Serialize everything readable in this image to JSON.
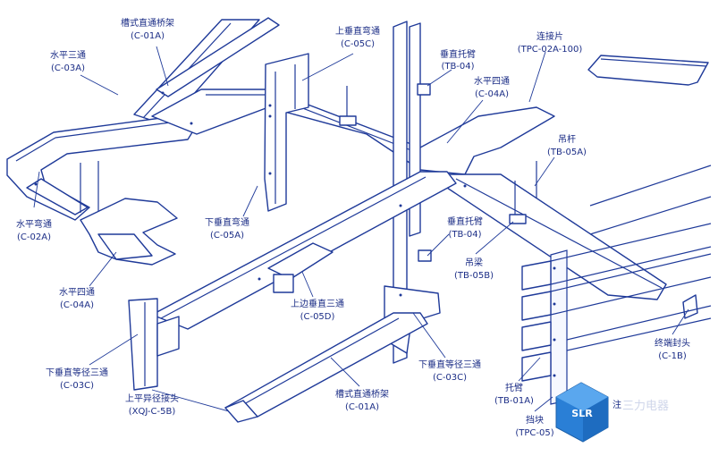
{
  "labels": {
    "straight_top": [
      "槽式直通桥架",
      "(C-01A)"
    ],
    "horiz_tee": [
      "水平三通",
      "(C-03A)"
    ],
    "up_vert_elbow": [
      "上垂直弯通",
      "(C-05C)"
    ],
    "vert_bracket_top": [
      "垂直托臂",
      "(TB-04)"
    ],
    "connector": [
      "连接片",
      "(TPC-02A-100)"
    ],
    "horiz_cross_top": [
      "水平四通",
      "(C-04A)"
    ],
    "hanger_rod": [
      "吊杆",
      "(TB-05A)"
    ],
    "horiz_elbow": [
      "水平弯通",
      "(C-02A)"
    ],
    "down_vert_elbow": [
      "下垂直弯通",
      "(C-05A)"
    ],
    "vert_bracket_mid": [
      "垂直托臂",
      "(TB-04)"
    ],
    "hanger_beam": [
      "吊梁",
      "(TB-05B)"
    ],
    "horiz_cross_left": [
      "水平四通",
      "(C-04A)"
    ],
    "up_side_vert_tee": [
      "上边垂直三通",
      "(C-05D)"
    ],
    "down_vert_tee_left": [
      "下垂直等径三通",
      "(C-03C)"
    ],
    "down_vert_tee_mid": [
      "下垂直等径三通",
      "(C-03C)"
    ],
    "end_cap": [
      "终端封头",
      "(C-1B)"
    ],
    "up_reducer": [
      "上平异径接头",
      "(XQJ-C-5B)"
    ],
    "straight_bottom": [
      "槽式直通桥架",
      "(C-01A)"
    ],
    "tray_arm": [
      "托臂",
      "(TB-01A)"
    ],
    "stopper": [
      "挡块",
      "(TPC-05)"
    ],
    "partial_text": "注"
  },
  "watermark": {
    "brand_text": "三力电器",
    "logo_text": "SLR"
  },
  "colors": {
    "line": "#1f3a99",
    "text": "#1b2d86",
    "logo": "#2a7fd6"
  }
}
